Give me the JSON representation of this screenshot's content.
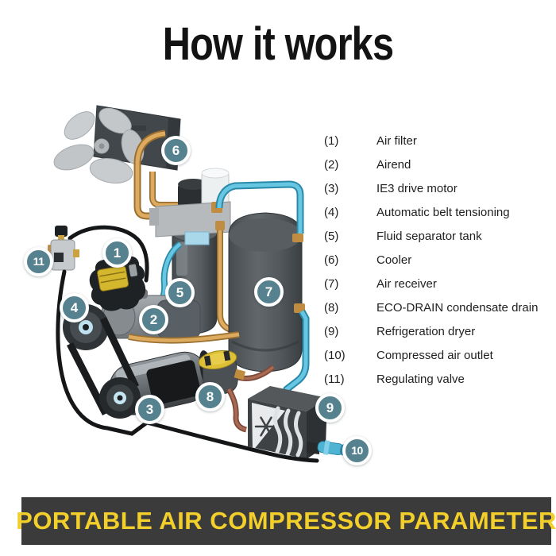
{
  "title": "How it works",
  "legend": {
    "items": [
      {
        "num": "1",
        "ref": "(1)",
        "label": "Air filter"
      },
      {
        "num": "2",
        "ref": "(2)",
        "label": "Airend"
      },
      {
        "num": "3",
        "ref": "(3)",
        "label": "IE3 drive motor"
      },
      {
        "num": "4",
        "ref": "(4)",
        "label": "Automatic belt tensioning"
      },
      {
        "num": "5",
        "ref": "(5)",
        "label": "Fluid separator tank"
      },
      {
        "num": "6",
        "ref": "(6)",
        "label": "Cooler"
      },
      {
        "num": "7",
        "ref": "(7)",
        "label": "Air receiver"
      },
      {
        "num": "8",
        "ref": "(8)",
        "label": "ECO-DRAIN condensate drain"
      },
      {
        "num": "9",
        "ref": "(9)",
        "label": "Refrigeration dryer"
      },
      {
        "num": "10",
        "ref": "(10)",
        "label": "Compressed air outlet"
      },
      {
        "num": "11",
        "ref": "(11)",
        "label": "Regulating valve"
      }
    ]
  },
  "banner": {
    "text": "PORTABLE AIR COMPRESSOR PARAMETER"
  },
  "colors": {
    "badge": "#568290",
    "banner_bg": "#3b3b3b",
    "banner_text": "#f2cf2b",
    "air_pipe": "#67c6e2",
    "oil_pipe": "#dcab5f",
    "condensate_pipe": "#a86a52"
  }
}
